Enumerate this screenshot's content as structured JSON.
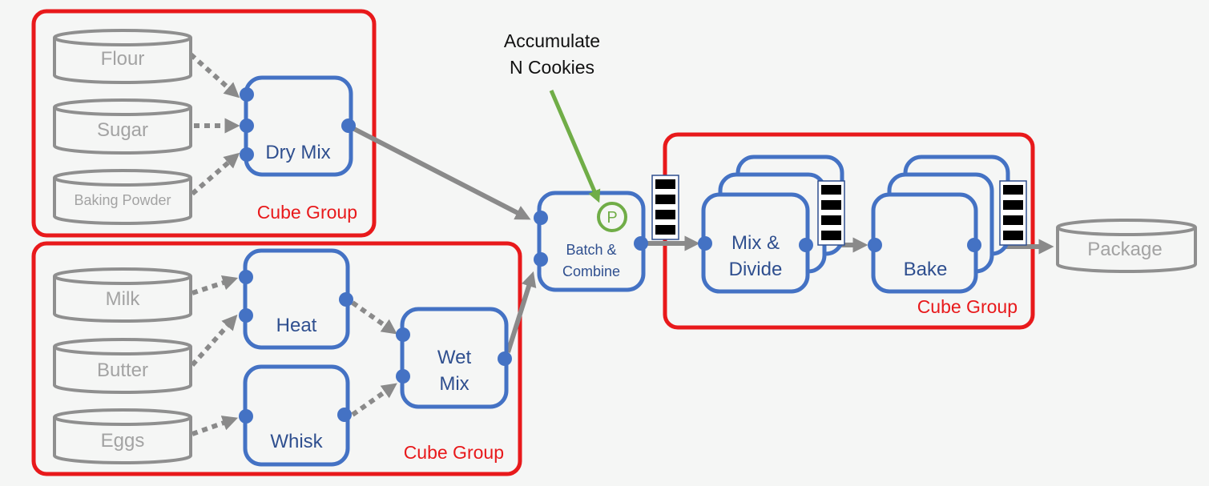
{
  "groups": [
    {
      "label": "Cube Group"
    },
    {
      "label": "Cube Group"
    },
    {
      "label": "Cube Group"
    }
  ],
  "sources": {
    "flour": "Flour",
    "sugar": "Sugar",
    "baking_powder": "Baking Powder",
    "milk": "Milk",
    "butter": "Butter",
    "eggs": "Eggs"
  },
  "steps": {
    "dry_mix": "Dry Mix",
    "heat": "Heat",
    "whisk": "Whisk",
    "wet_mix_1": "Wet",
    "wet_mix_2": "Mix",
    "batch_1": "Batch &",
    "batch_2": "Combine",
    "mix_divide_1": "Mix &",
    "mix_divide_2": "Divide",
    "bake": "Bake"
  },
  "sink": {
    "package": "Package"
  },
  "annotation": {
    "line1": "Accumulate",
    "line2": "N Cookies",
    "badge": "P"
  },
  "colors": {
    "group_frame": "#e8191b",
    "process": "#4472c4",
    "annotation": "#70ad47",
    "flow": "#8a8a8a"
  }
}
